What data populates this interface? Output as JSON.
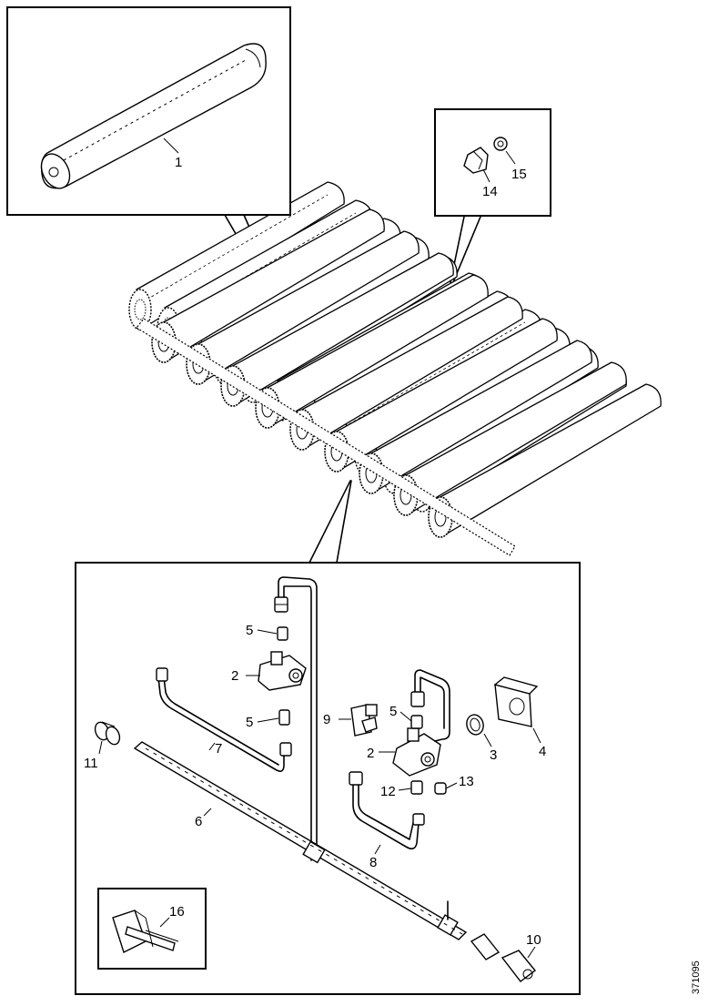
{
  "callouts": {
    "c1": "1",
    "c2a": "2",
    "c2b": "2",
    "c3": "3",
    "c4": "4",
    "c5a": "5",
    "c5b": "5",
    "c5c": "5",
    "c6": "6",
    "c7": "7",
    "c8": "8",
    "c9": "9",
    "c10": "10",
    "c11": "11",
    "c12": "12",
    "c13": "13",
    "c14": "14",
    "c15": "15",
    "c16": "16"
  },
  "figure_code": "371095"
}
